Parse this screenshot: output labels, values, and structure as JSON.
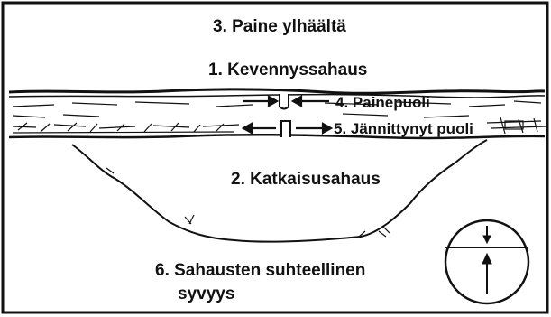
{
  "labels": {
    "pressure_above": "3. Paine ylhäältä",
    "relief_cut": "1. Kevennyssahaus",
    "pressure_side": "4. Painepuoli",
    "tension_side": "5. Jännittynyt puoli",
    "cross_cut": "2. Katkaisusahaus",
    "relative_depth_line1": "6. Sahausten suhteellinen",
    "relative_depth_line2": "syvyys"
  },
  "colors": {
    "ink": "#111111",
    "background": "#ffffff"
  },
  "icons": {
    "depth_indicator": "circle-with-arrows-icon"
  }
}
